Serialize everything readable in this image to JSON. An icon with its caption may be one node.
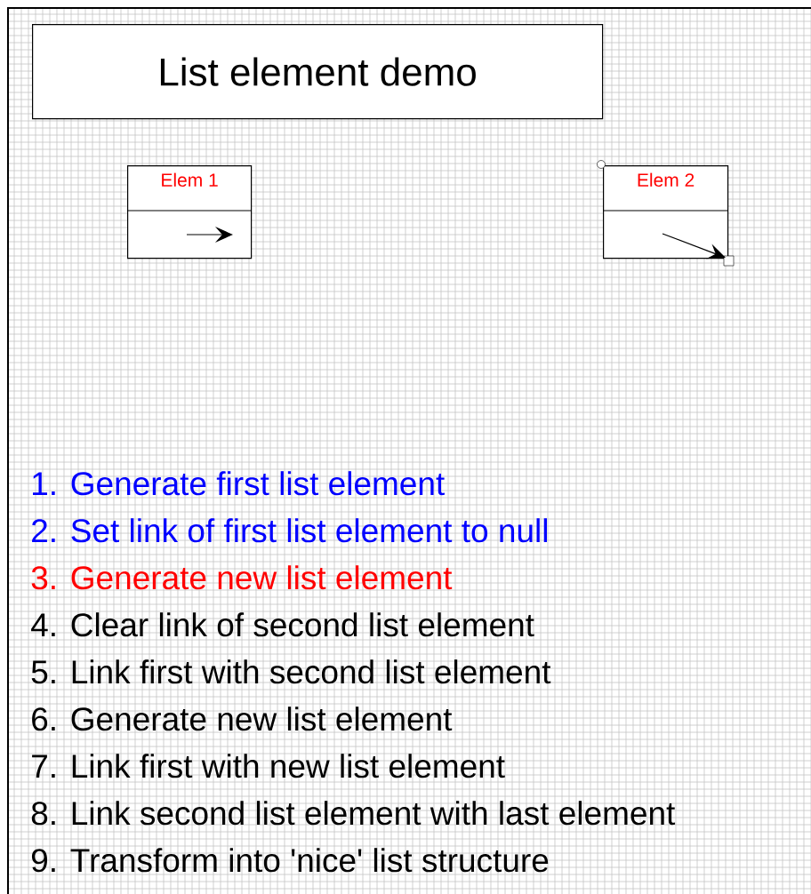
{
  "diagram": {
    "nodes": [
      {
        "text": [
          "List element demo"
        ]
      },
      {
        "text": [
          "Elem 1"
        ]
      },
      {
        "text": [
          "Elem 2"
        ]
      }
    ],
    "edges": [
      {
        "from": 1,
        "to": null,
        "arrow": "to"
      },
      {
        "from": 2,
        "to": null,
        "arrow": "to"
      }
    ],
    "labels": [
      "1. Generate first list element",
      "2. Set link of first list element to null",
      "3. Generate new list element",
      "4. Clear link of second list element",
      "5. Link first with second list element",
      "6. Generate new list element",
      "7. Link first with new list element",
      "8. Link second list element with last element",
      "9. Transform into 'nice' list structure"
    ]
  }
}
